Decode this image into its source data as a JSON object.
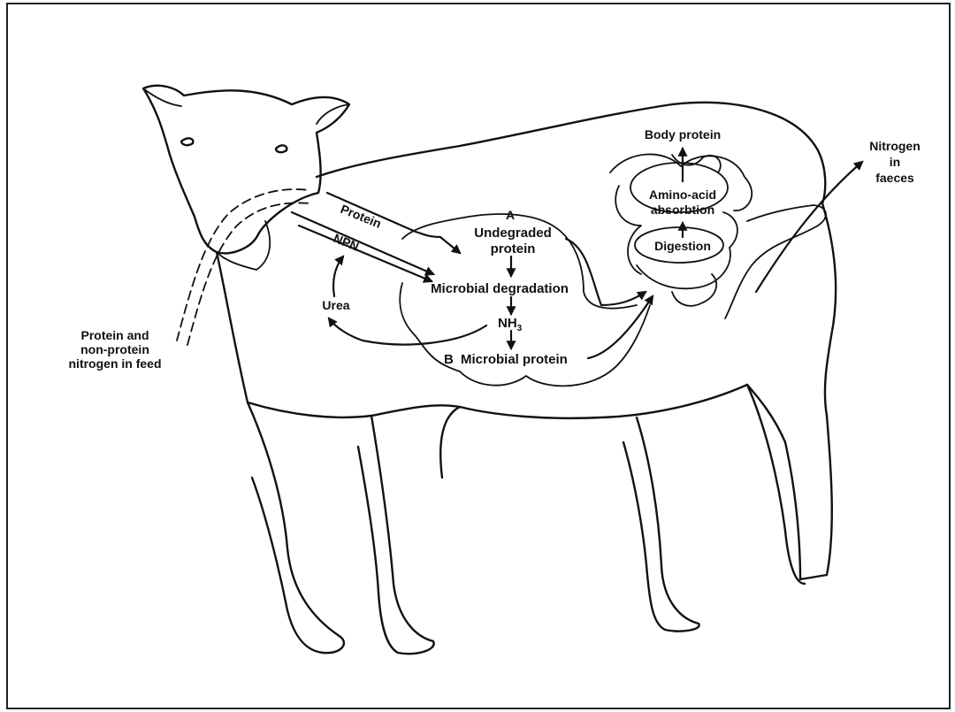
{
  "diagram": {
    "labels": {
      "feed_line1": "Protein and",
      "feed_line2": "non-protein",
      "feed_line3": "nitrogen in feed",
      "protein": "Protein",
      "npn": "NPN",
      "urea": "Urea",
      "section_a": "A",
      "undegraded_line1": "Undegraded",
      "undegraded_line2": "protein",
      "microbial_degradation": "Microbial degradation",
      "nh3_main": "NH",
      "nh3_sub": "3",
      "section_b": "B",
      "microbial_protein": "Microbial protein",
      "body_protein": "Body protein",
      "amino_line1": "Amino-acid",
      "amino_line2": "absorbtion",
      "digestion": "Digestion",
      "faeces_line1": "Nitrogen",
      "faeces_line2": "in",
      "faeces_line3": "faeces"
    },
    "colors": {
      "ink": "#111111",
      "background": "#ffffff"
    }
  }
}
